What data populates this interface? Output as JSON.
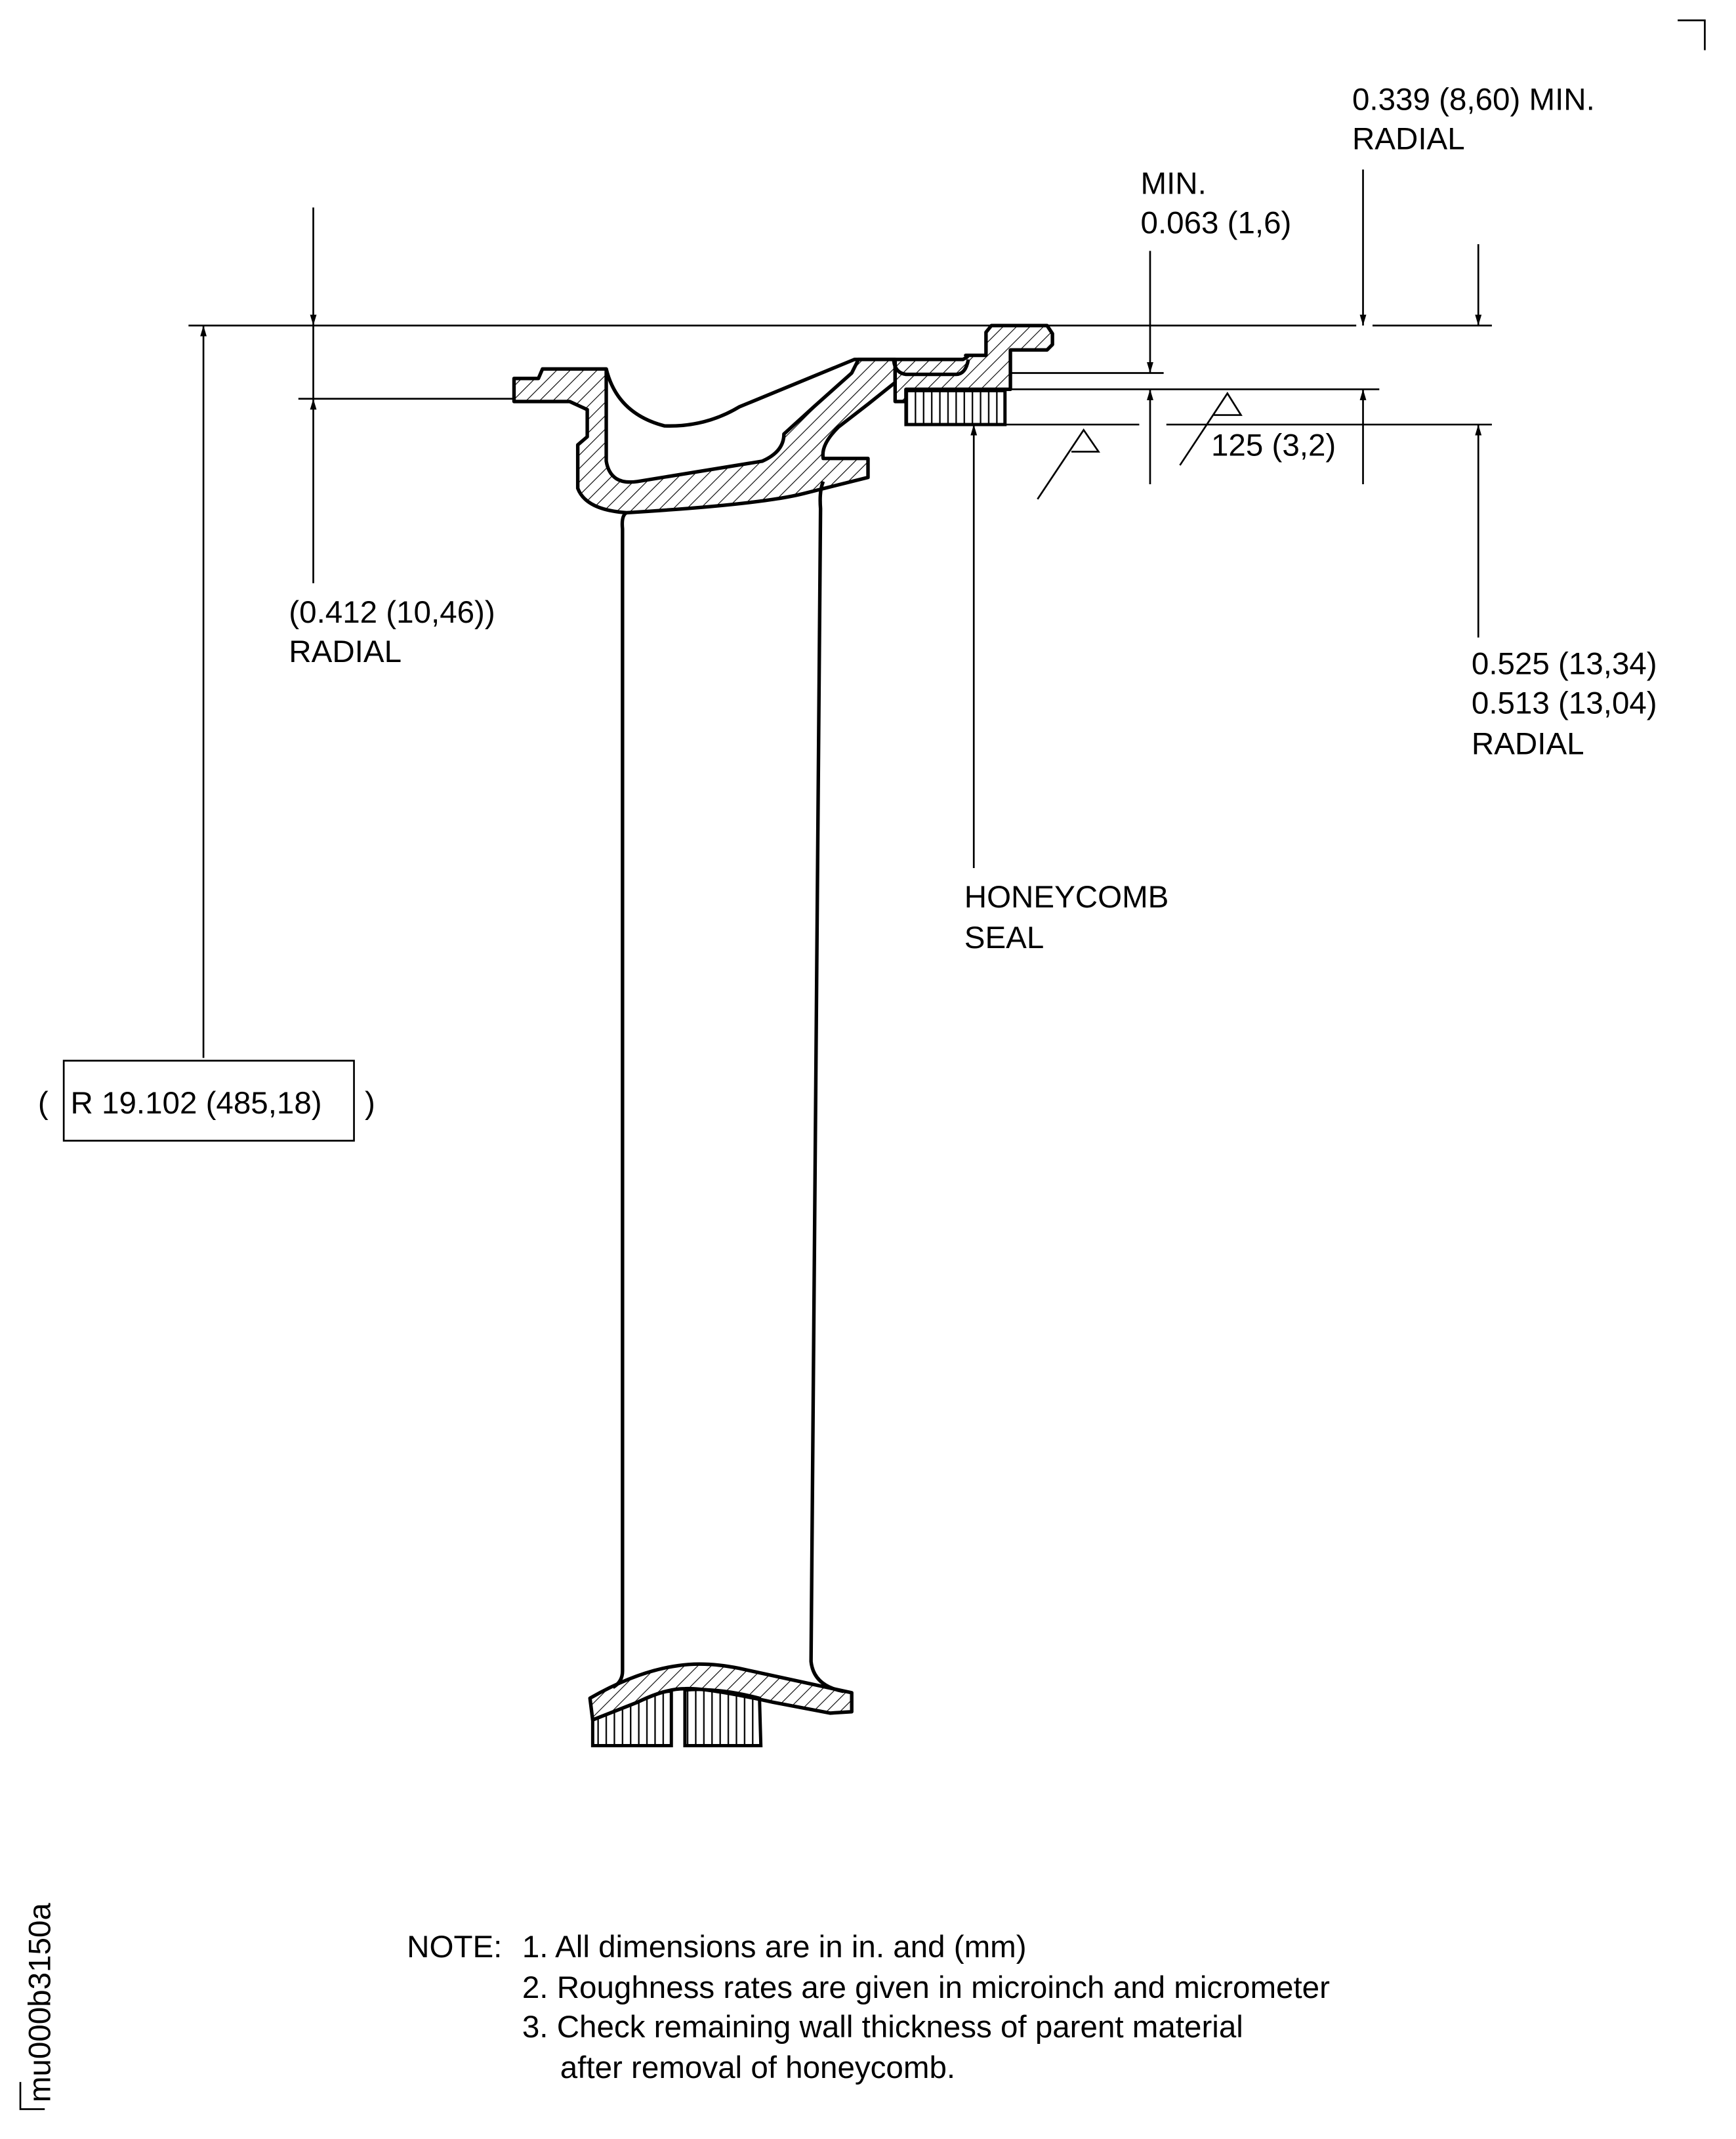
{
  "dimensions": {
    "top_right_1": "0.339 (8,60) MIN.",
    "top_right_2": "RADIAL",
    "min_label": "MIN.",
    "min_value": "0.063 (1,6)",
    "roughness": "125 (3,2)",
    "left_radial_1": "(0.412 (10,46))",
    "left_radial_2": "RADIAL",
    "right_radial_1": "0.525 (13,34)",
    "right_radial_2": "0.513 (13,04)",
    "right_radial_3": "RADIAL",
    "radius_open": "(",
    "radius": "R 19.102 (485,18)",
    "radius_close": ")"
  },
  "labels": {
    "honeycomb_1": "HONEYCOMB",
    "honeycomb_2": "SEAL"
  },
  "notes": {
    "prefix": "NOTE:",
    "items": [
      "1. All dimensions are in in. and (mm)",
      "2. Roughness rates are given in microinch and micrometer",
      "3. Check remaining wall thickness of parent material",
      "after removal of honeycomb."
    ]
  },
  "figure_id": "mu000b3150a"
}
